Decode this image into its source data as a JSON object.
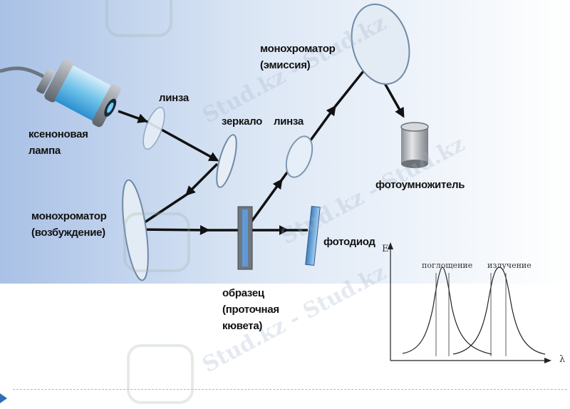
{
  "labels": {
    "lamp": [
      "ксеноновая",
      "лампа"
    ],
    "lens1": "линза",
    "mirror": "зеркало",
    "lens2": "линза",
    "mono_em": [
      "монохроматор",
      "(эмиссия)"
    ],
    "pmt": "фотоумножитель",
    "mono_ex": [
      "монохроматор",
      "(возбуждение)"
    ],
    "photodiode": "фотодиод",
    "sample": [
      "образец",
      "(проточная",
      "кювета)"
    ]
  },
  "graph": {
    "y_axis": "E",
    "x_axis": "λ",
    "peak1": "поглощение",
    "peak2": "излучение"
  },
  "watermark": "Stud.kz - Stud.kz",
  "colors": {
    "background_gradient": [
      "#a9c1e6",
      "#ffffff"
    ],
    "beam": "#111111",
    "lens": "#dfe8f2"
  }
}
